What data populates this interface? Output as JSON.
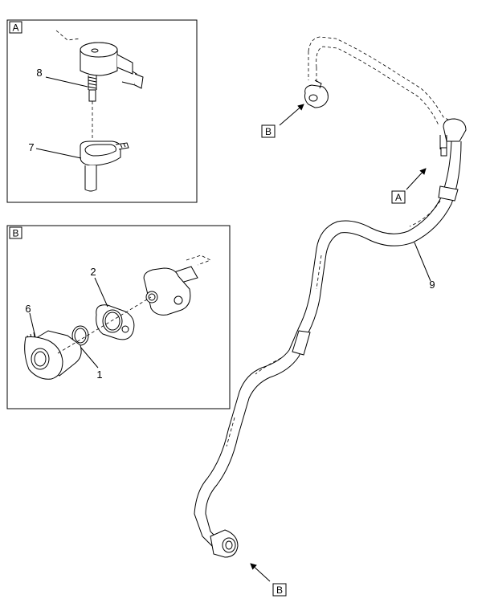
{
  "views": {
    "a": {
      "letter": "A"
    },
    "b": {
      "letter": "B"
    }
  },
  "callouts": {
    "c1": "1",
    "c2": "2",
    "c6": "6",
    "c7": "7",
    "c8": "8",
    "c9": "9"
  },
  "refs": {
    "ref_b_top": "B",
    "ref_a": "A",
    "ref_b_bottom": "B"
  }
}
